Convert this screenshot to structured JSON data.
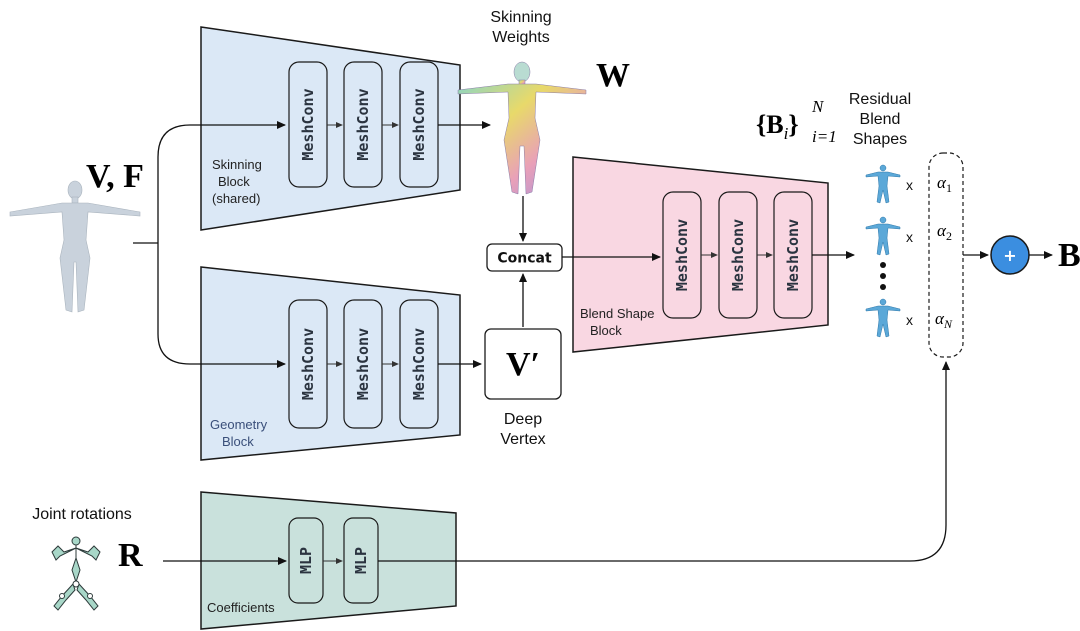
{
  "labels": {
    "skinning_weights_1": "Skinning",
    "skinning_weights_2": "Weights",
    "W": "W",
    "VF": "V, F",
    "skinning_block_1": "Skinning",
    "skinning_block_2": "Block",
    "skinning_block_3": "(shared)",
    "geometry_block_1": "Geometry",
    "geometry_block_2": "Block",
    "concat": "Concat",
    "V_prime": "V′",
    "deep_vertex_1": "Deep",
    "deep_vertex_2": "Vertex",
    "blend_shape_block_1": "Blend Shape",
    "blend_shape_block_2": "Block",
    "residual_1": "Residual",
    "residual_2": "Blend",
    "residual_3": "Shapes",
    "B_set_main": "{B",
    "B_set_i": "i",
    "B_set_close": "}",
    "B_set_sup": "N",
    "B_set_sub": "i=1",
    "mult": "x",
    "alpha": "α",
    "alpha_1": "1",
    "alpha_2": "2",
    "alpha_N": "N",
    "plus": "+",
    "B_out": "B",
    "joint_rotations": "Joint rotations",
    "R": "R",
    "coefficients": "Coefficients",
    "meshconv": "MeshConv",
    "mlp": "MLP"
  },
  "colors": {
    "blue_block": "#dbe8f6",
    "pink_block": "#f9d7e2",
    "teal_block": "#c9e1dc",
    "plus_node": "#3b8ee0",
    "body_mesh": "#c9d2dc",
    "small_body": "#5ba8d8"
  }
}
